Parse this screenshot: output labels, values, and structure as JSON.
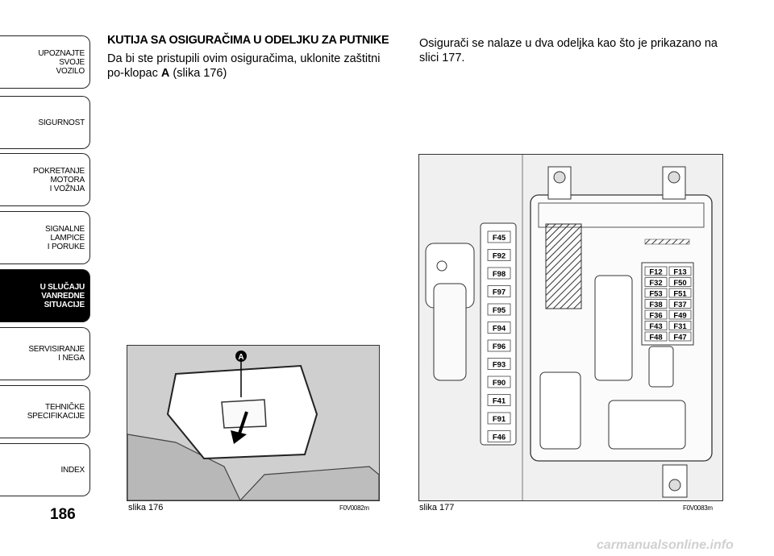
{
  "sidebar": {
    "tabs": [
      {
        "label": "UPOZNAJTE\nSVOJE\nVOZILO",
        "active": false
      },
      {
        "label": "SIGURNOST",
        "active": false
      },
      {
        "label": "POKRETANJE\nMOTORA\nI VOŽNJA",
        "active": false
      },
      {
        "label": "SIGNALNE\nLAMPICE\nI PORUKE",
        "active": false
      },
      {
        "label": "U SLUČAJU\nVANREDNE\nSITUACIJE",
        "active": true
      },
      {
        "label": "SERVISIRANJE\nI NEGA",
        "active": false
      },
      {
        "label": "TEHNIČKE\nSPECIFIKACIJE",
        "active": false
      },
      {
        "label": "INDEX",
        "active": false
      }
    ]
  },
  "page_number": "186",
  "left": {
    "heading": "KUTIJA SA OSIGURAČIMA U ODELJKU ZA PUTNIKE",
    "para_part1": "Da bi ste pristupili ovim osiguračima, uklonite zaštitni po-klopac ",
    "para_bold": "A",
    "para_part2": " (slika 176)"
  },
  "right": {
    "paragraph": "Osigurači se nalaze u dva odeljka kao što je prikazano na slici 177."
  },
  "figure176": {
    "caption": "slika 176",
    "code": "F0V0082m",
    "marker": "A"
  },
  "figure177": {
    "caption": "slika 177",
    "code": "F0V0083m",
    "fuses_strip": [
      "F45",
      "F92",
      "F98",
      "F97",
      "F95",
      "F94",
      "F96",
      "F93",
      "F90",
      "F41",
      "F91",
      "F46"
    ],
    "fuses_grid": [
      [
        "F12",
        "F13"
      ],
      [
        "F32",
        "F50"
      ],
      [
        "F53",
        "F51"
      ],
      [
        "F38",
        "F37"
      ],
      [
        "F36",
        "F49"
      ],
      [
        "F43",
        "F31"
      ],
      [
        "F48",
        "F47"
      ]
    ]
  },
  "footer": {
    "watermark": "carmanualsonline.info"
  }
}
